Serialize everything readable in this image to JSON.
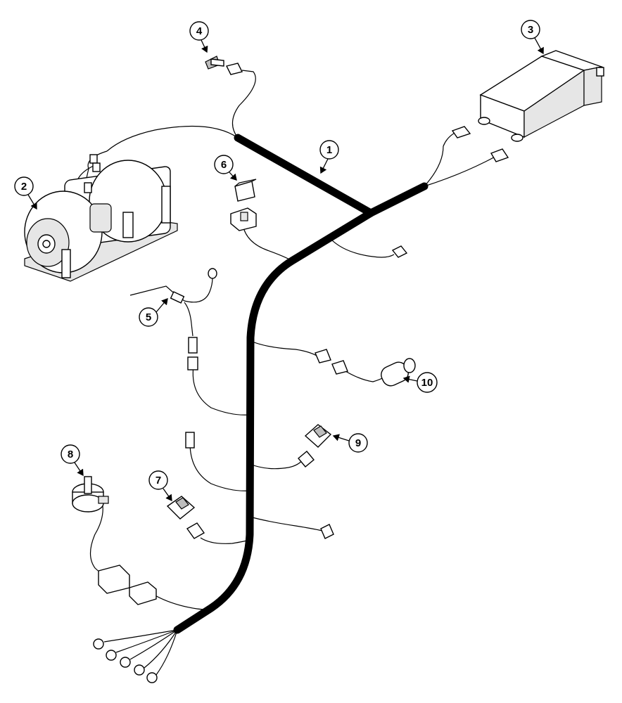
{
  "callouts": [
    {
      "id": "harness",
      "label": "1"
    },
    {
      "id": "blower-motor",
      "label": "2"
    },
    {
      "id": "control-module",
      "label": "3"
    },
    {
      "id": "connector-top",
      "label": "4"
    },
    {
      "id": "sensor-lead",
      "label": "5"
    },
    {
      "id": "relay",
      "label": "6"
    },
    {
      "id": "switch-left",
      "label": "7"
    },
    {
      "id": "potentiometer",
      "label": "8"
    },
    {
      "id": "switch-right",
      "label": "9"
    },
    {
      "id": "pressure-switch",
      "label": "10"
    }
  ],
  "colors": {
    "line": "#000000",
    "background": "#ffffff",
    "shade": "#e6e6e6"
  }
}
